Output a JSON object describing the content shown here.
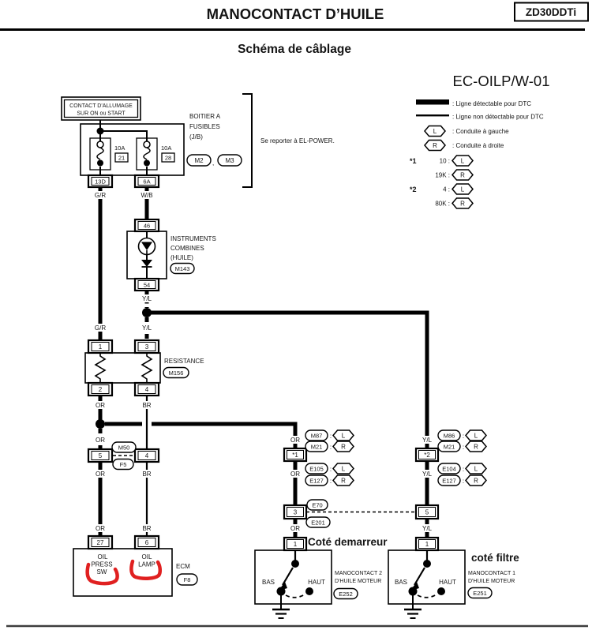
{
  "header": {
    "title": "MANOCONTACT D’HUILE",
    "badge": "ZD30DDTi",
    "subtitle": "Schéma de câblage"
  },
  "legend": {
    "diagram_id": "EC-OILP/W-01",
    "dtc_thick": ": Ligne détectable pour DTC",
    "dtc_thin": ": Ligne non détectable pour DTC",
    "left_label": ": Conduite à gauche",
    "right_label": ": Conduite à droite",
    "l": "L",
    "r": "R",
    "note1_star": "*1",
    "note1_row1": "10 :",
    "note1_row2": "19K :",
    "note2_star": "*2",
    "note2_row1": "4 :",
    "note2_row2": "80K :"
  },
  "punct": {
    "colon": ":",
    "comma": ","
  },
  "ignition": {
    "line1": "CONTACT D'ALLUMAGE",
    "line2": "SUR ON ou START"
  },
  "fusebox": {
    "name1": "BOITIER A",
    "name2": "FUSIBLES",
    "name3": "(J/B)",
    "conn_a": "M2",
    "conn_b": "M3",
    "fuse1_rating": "10A",
    "fuse1_id": "21",
    "fuse2_rating": "10A",
    "fuse2_id": "28",
    "out1": "13D",
    "out2": "6A",
    "ref_note": "Se reporter à EL-POWER."
  },
  "wires": {
    "gr": "G/R",
    "wb": "W/B",
    "yl": "Y/L",
    "or": "OR",
    "br": "BR"
  },
  "cluster": {
    "pin_in": "46",
    "name1": "INSTRUMENTS",
    "name2": "COMBINES",
    "name3": "(HUILE)",
    "code": "M143",
    "pin_out": "54"
  },
  "resistance": {
    "pin1": "1",
    "pin3": "3",
    "name": "RESISTANCE",
    "code": "M156",
    "pin2": "2",
    "pin4": "4"
  },
  "joint": {
    "pin5": "5",
    "pin4": "4",
    "code_top": "M50",
    "code_bot": "F5"
  },
  "ecm": {
    "pin27": "27",
    "pin6": "6",
    "sig1_l1": "OIL",
    "sig1_l2": "PRESS",
    "sig1_l3": "SW",
    "sig2_l1": "OIL",
    "sig2_l2": "LAMP",
    "name": "ECM",
    "code": "F8"
  },
  "branch_mid": {
    "conn_note": "*1",
    "pin3": "3",
    "refs_top": [
      {
        "code": "M87",
        "dir": "L"
      },
      {
        "code": "M21",
        "dir": "R"
      }
    ],
    "refs_bot": [
      {
        "code": "E105",
        "dir": "L"
      },
      {
        "code": "E127",
        "dir": "R"
      }
    ],
    "joint_top": "E70",
    "joint_bot": "E201"
  },
  "branch_right": {
    "conn_note": "*2",
    "pin5": "5",
    "refs_top": [
      {
        "code": "M86",
        "dir": "L"
      },
      {
        "code": "M21",
        "dir": "R"
      }
    ],
    "refs_bot": [
      {
        "code": "E104",
        "dir": "L"
      },
      {
        "code": "E127",
        "dir": "R"
      }
    ]
  },
  "switch2": {
    "pin": "1",
    "low": "BAS",
    "high": "HAUT",
    "name1": "MANOCONTACT 2",
    "name2": "D'HUILE MOTEUR",
    "code": "E252"
  },
  "switch1": {
    "pin": "1",
    "low": "BAS",
    "high": "HAUT",
    "name1": "MANOCONTACT 1",
    "name2": "D'HUILE MOTEUR",
    "code": "E251"
  },
  "annotations": {
    "starter_side": "Coté demarreur",
    "filter_side": "coté filtre",
    "color": "#e02020"
  }
}
